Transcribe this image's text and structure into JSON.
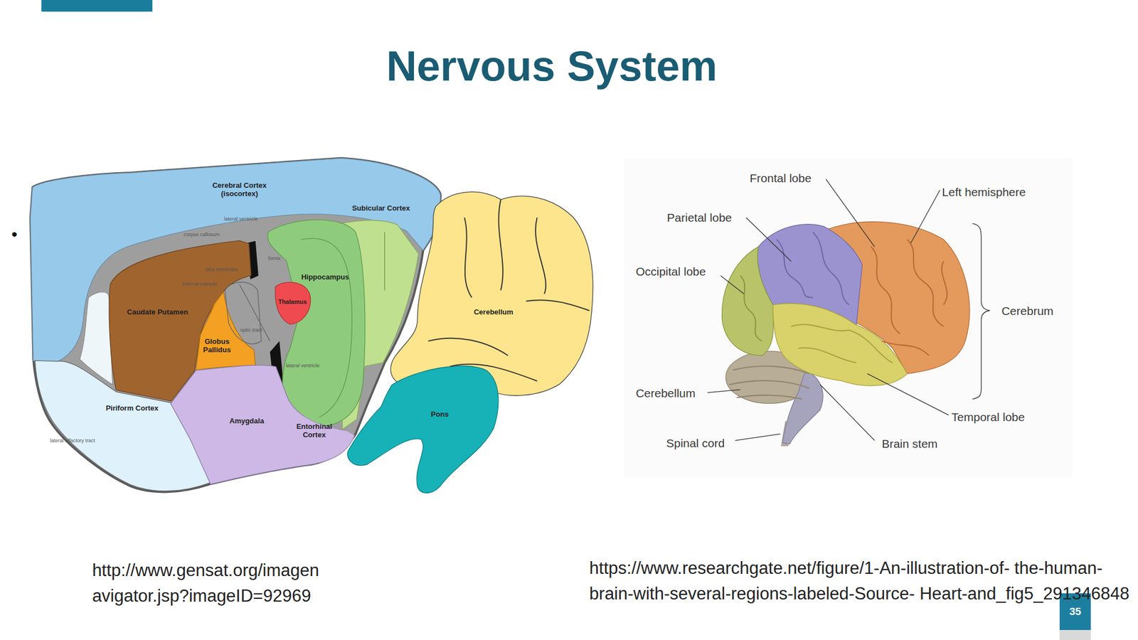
{
  "diagram": {
    "title": "Nervous System",
    "nodes": [
      {
        "text": [
          "Cerebral Cortex (isocortex)"
        ]
      },
      {
        "text": [
          "Subicular Cortex"
        ]
      },
      {
        "text": [
          "Hippocampus"
        ]
      },
      {
        "text": [
          "Thalamus"
        ]
      },
      {
        "text": [
          "Caudate Putamen"
        ]
      },
      {
        "text": [
          "Globus Pallidus"
        ]
      },
      {
        "text": [
          "Cerebellum"
        ]
      },
      {
        "text": [
          "Piriform Cortex"
        ]
      },
      {
        "text": [
          "Amygdala"
        ]
      },
      {
        "text": [
          "Entorhinal Cortex"
        ]
      },
      {
        "text": [
          "Pons"
        ]
      },
      {
        "text": [
          "35"
        ]
      }
    ],
    "labels": [
      "•",
      "lateral ventricle",
      "corpus callosum",
      "fornix",
      "stria terminalis",
      "internal capsule",
      "optic tract",
      "lateral ventricle",
      "lateral olfactory tract",
      "Frontal lobe",
      "Left hemisphere",
      "Parietal lobe",
      "Occipital lobe",
      "Cerebrum",
      "Cerebellum",
      "Temporal lobe",
      "Spinal cord",
      "Brain stem",
      "http://www.gensat.org/imagen avigator.jsp?imageID=92969",
      "https://www.researchgate.net/figure/1-An-illustration-of- the-human-brain-with-several-regions-labeled-Source- Heart-and_fig5_291346848"
    ]
  }
}
